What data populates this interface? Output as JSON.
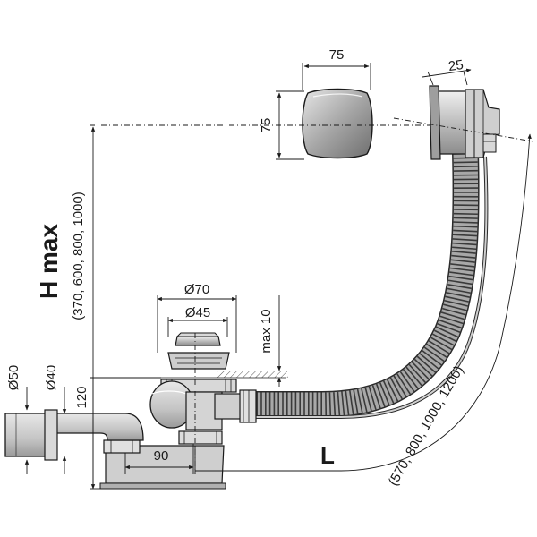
{
  "dimensions": {
    "cap_width": "75",
    "cap_height": "75",
    "overflow_depth": "25",
    "dia_70": "Ø70",
    "dia_45": "Ø45",
    "max_10": "max 10",
    "h_max": "H max",
    "h_options": "(370, 600, 800, 1000)",
    "dia_50": "Ø50",
    "dia_40": "Ø40",
    "height_120": "120",
    "offset_90": "90",
    "length_label": "L",
    "length_options": "(570, 800, 1000, 1200)"
  },
  "colors": {
    "line": "#1a1a1a",
    "dim_line": "#333333",
    "part_fill": "#c8c8c8",
    "part_dark": "#8a8a8a",
    "hose_fill": "#9a9a9a",
    "cap_fill": "#a8a8a8"
  }
}
